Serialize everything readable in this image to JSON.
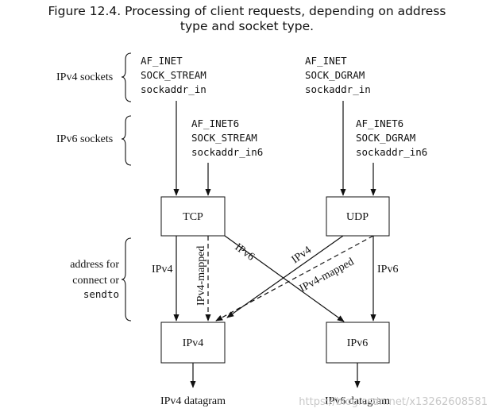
{
  "caption": {
    "line1": "Figure 12.4. Processing of client requests, depending on address",
    "line2": "type and socket type."
  },
  "groups": {
    "ipv4_sockets": "IPv4 sockets",
    "ipv6_sockets": "IPv6 sockets",
    "address_line1": "address for",
    "address_line2": "connect or",
    "address_line3": "sendto"
  },
  "sockets": {
    "v4_tcp": [
      "AF_INET",
      "SOCK_STREAM",
      "sockaddr_in"
    ],
    "v4_udp": [
      "AF_INET",
      "SOCK_DGRAM",
      "sockaddr_in"
    ],
    "v6_tcp": [
      "AF_INET6",
      "SOCK_STREAM",
      "sockaddr_in6"
    ],
    "v6_udp": [
      "AF_INET6",
      "SOCK_DGRAM",
      "sockaddr_in6"
    ]
  },
  "boxes": {
    "tcp": "TCP",
    "udp": "UDP",
    "ipv4": "IPv4",
    "ipv6": "IPv6"
  },
  "edge_labels": {
    "tcp_ipv4": "IPv4",
    "tcp_mapped": "IPv4-mapped",
    "tcp_ipv6": "IPv6",
    "udp_ipv4": "IPv4",
    "udp_mapped": "IPv4-mapped",
    "udp_ipv6": "IPv6"
  },
  "outputs": {
    "ipv4": "IPv4 datagram",
    "ipv6": "IPv6 datagram"
  },
  "watermark": "https://blog.csdn.net/x13262608581"
}
